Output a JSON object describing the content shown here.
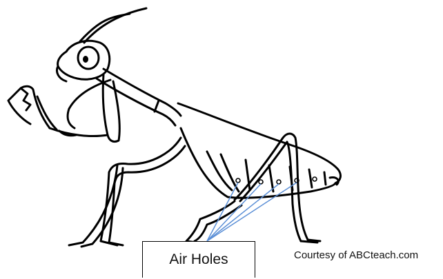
{
  "diagram": {
    "subject": "praying mantis",
    "callout_label": "Air Holes",
    "credit": "Courtesy of ABCteach.com",
    "colors": {
      "outline": "#000000",
      "pointer_lines": "#5b8fd6",
      "background": "#ffffff"
    }
  }
}
